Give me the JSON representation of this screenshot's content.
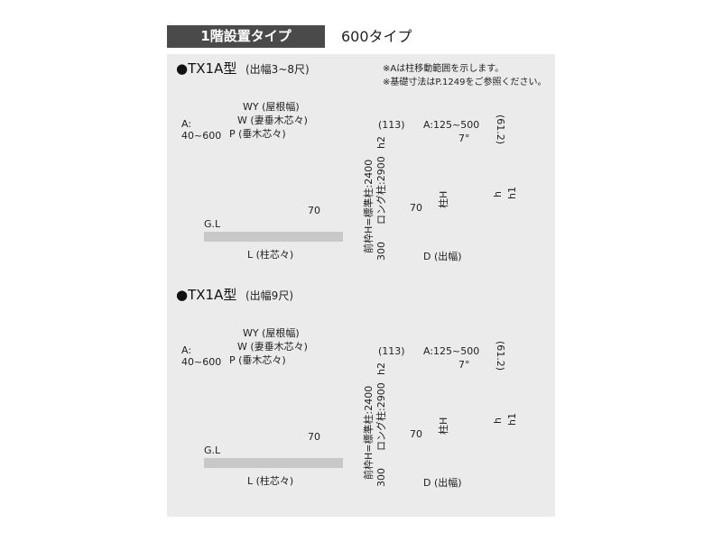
{
  "header": {
    "type_label": "1階設置タイプ",
    "subtype_label": "600タイプ"
  },
  "notes": [
    "※Aは柱移動範囲を示します。",
    "※基礎寸法はP.1249をご参照ください。"
  ],
  "diagrams": [
    {
      "title": "●TX1A型",
      "title_sub": "(出幅3~8尺)",
      "wy": "WY (屋根幅)",
      "w": "W (妻垂木芯々)",
      "p": "P (垂木芯々)",
      "a": "A:",
      "a_range": "40~600",
      "gl": "G.L",
      "seventy_front": "70",
      "l": "L (柱芯々)",
      "d113": "(113)",
      "a_side": "A:125~500",
      "angle": "7°",
      "h2": "h2",
      "d612": "(61.2)",
      "front_h": "前枠H=標準柱:2400",
      "long": "ロング柱:2900",
      "pillar_h": "柱H",
      "seventy_side": "70",
      "h": "h",
      "h1": "h1",
      "d300": "300",
      "d": "D (出幅)"
    },
    {
      "title": "●TX1A型",
      "title_sub": "(出幅9尺)",
      "wy": "WY (屋根幅)",
      "w": "W (妻垂木芯々)",
      "p": "P (垂木芯々)",
      "a": "A:",
      "a_range": "40~600",
      "gl": "G.L",
      "seventy_front": "70",
      "l": "L (柱芯々)",
      "d113": "(113)",
      "a_side": "A:125~500",
      "angle": "7°",
      "h2": "h2",
      "d612": "(61.2)",
      "front_h": "前枠H=標準柱:2400",
      "long": "ロング柱:2900",
      "pillar_h": "柱H",
      "seventy_side": "70",
      "h": "h",
      "h1": "h1",
      "d300": "300",
      "d": "D (出幅)"
    }
  ],
  "colors": {
    "dimension": "#1ba0d8",
    "header_bg": "#4a4a4a",
    "panel_bg": "#ebebeb"
  }
}
